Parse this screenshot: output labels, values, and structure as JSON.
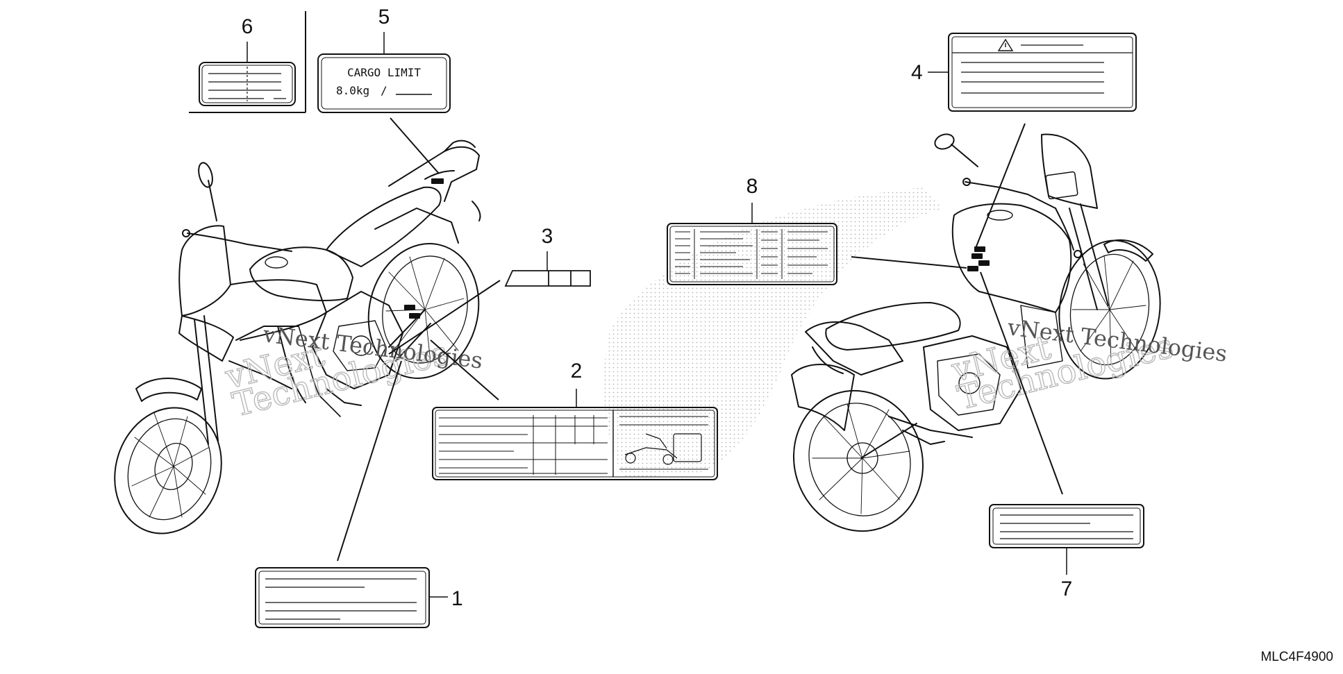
{
  "callouts": {
    "c1": "1",
    "c2": "2",
    "c3": "3",
    "c4": "4",
    "c5": "5",
    "c6": "6",
    "c7": "7",
    "c8": "8"
  },
  "cargo_label": {
    "title": "CARGO LIMIT",
    "weight": "8.0kg",
    "slash": "/"
  },
  "warning_label": {
    "icon": "warning-triangle-icon"
  },
  "watermark": {
    "line1": "vNext",
    "line2": "Technologies",
    "line3": "vNext Technologies"
  },
  "diagram_code": "MLC4F4900"
}
